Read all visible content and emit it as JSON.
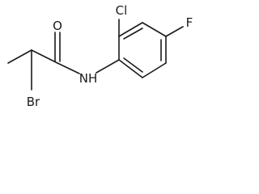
{
  "molecule": {
    "atoms": {
      "oxygen": "O",
      "nitrogen_hydrogen": "NH",
      "chlorine": "Cl",
      "fluorine": "F",
      "bromine": "Br"
    },
    "colors": {
      "ink": "#1a1a1a",
      "background": "#ffffff"
    }
  }
}
